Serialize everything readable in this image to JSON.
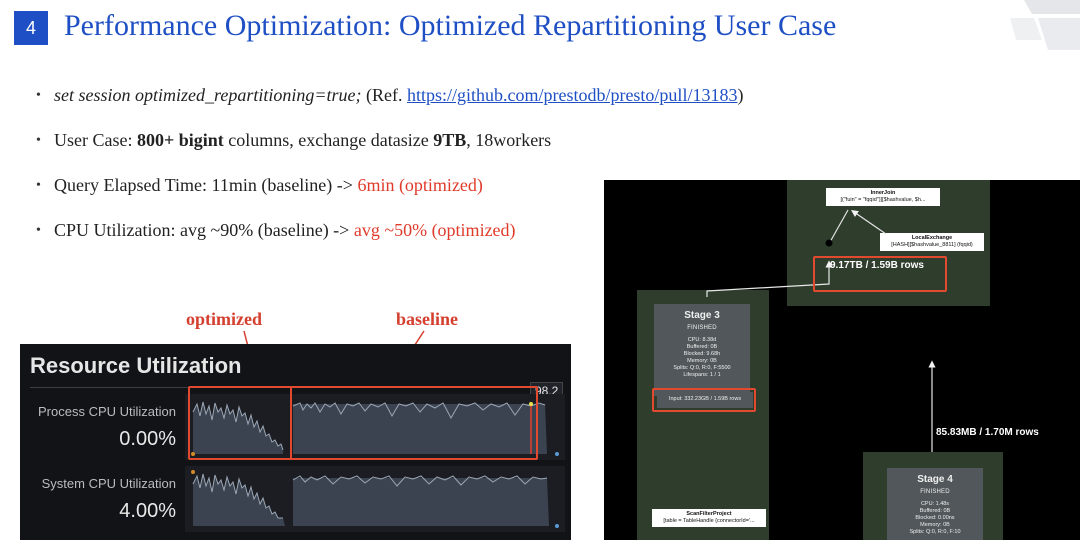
{
  "slide": {
    "number": "4",
    "title": "Performance Optimization: Optimized Repartitioning User Case"
  },
  "bullets": {
    "b1": {
      "code": "set session optimized_repartitioning=true;",
      "ref_prefix": "(Ref.",
      "link": "https://github.com/prestodb/presto/pull/13183",
      "ref_suffix": ")"
    },
    "b2": {
      "p1": "User Case:",
      "bold1": "800+ bigint",
      "p2": "columns, exchange datasize",
      "bold2": "9TB",
      "p3": ", 18workers"
    },
    "b3": {
      "p1": "Query Elapsed Time: 11min (baseline) ->",
      "opt": "6min (optimized)"
    },
    "b4": {
      "p1": "CPU Utilization: avg ~90% (baseline) ->",
      "opt": "avg ~50% (optimized)"
    }
  },
  "annotations": {
    "optimized": "optimized",
    "baseline": "baseline"
  },
  "dashboard": {
    "title": "Resource Utilization",
    "badge": "98.2",
    "metrics": [
      {
        "label": "Process CPU Utilization",
        "value": "0.00%"
      },
      {
        "label": "System CPU Utilization",
        "value": "4.00%"
      }
    ]
  },
  "stage_graph": {
    "inner_join": {
      "title": "InnerJoin",
      "detail": "[(\"fuin\" = \"fqqid\")][$hashvalue, $h..."
    },
    "local_exchange": {
      "title": "LocalExchange",
      "detail": "[HASH][$hashvalue_8811] (fqqid)"
    },
    "exchange_rows_top": "9.17TB / 1.59B rows",
    "exchange_rows_right": "85.83MB / 1.70M rows",
    "stage3": {
      "title": "Stage 3",
      "state": "FINISHED",
      "stats": [
        "CPU: 8.38d",
        "Buffered: 0B",
        "Blocked: 9.68h",
        "Memory: 0B",
        "Splits: Q:0, R:0, F:5500",
        "Lifespans: 1 / 1"
      ],
      "input": "Input: 332.23GB / 1.59B rows"
    },
    "stage4": {
      "title": "Stage 4",
      "state": "FINISHED",
      "stats": [
        "CPU: 1.48s",
        "Buffered: 0B",
        "Blocked: 0.00ns",
        "Memory: 0B",
        "Splits: Q:0, R:0, F:10"
      ]
    },
    "scan_filter": {
      "title": "ScanFilterProject",
      "detail": "[table = TableHandle {connectorId='..."
    }
  }
}
